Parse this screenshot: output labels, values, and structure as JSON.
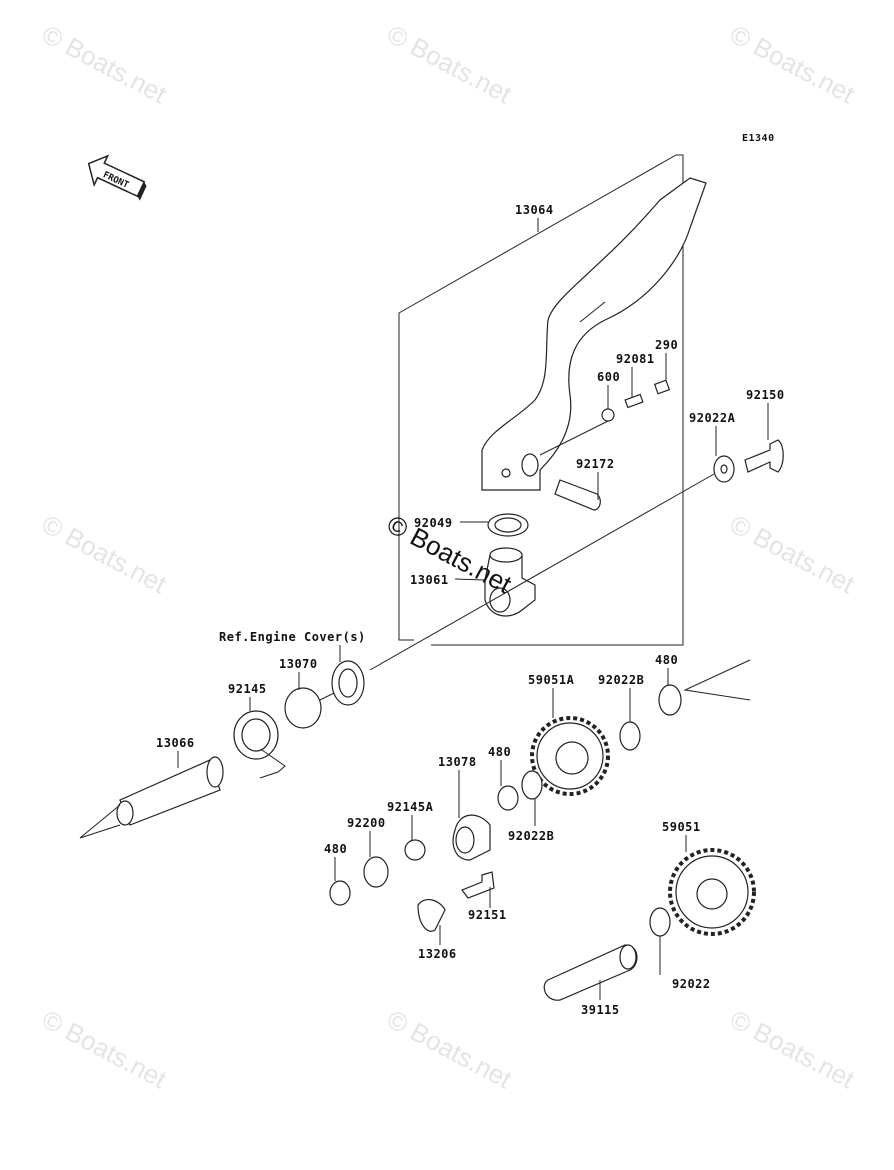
{
  "diagram": {
    "code": "E1340",
    "front_arrow_label": "FRONT",
    "watermark": "© Boats.net",
    "reference_note": "Ref.Engine Cover(s)",
    "part_labels": {
      "kick_pedal": "13064",
      "p290": "290",
      "p92081": "92081",
      "p600": "600",
      "p92150": "92150",
      "p92022a": "92022A",
      "p92172": "92172",
      "p92049": "92049",
      "p13061": "13061",
      "p13070": "13070",
      "p92145": "92145",
      "p480_top": "480",
      "p59051a": "59051A",
      "p92022b_top": "92022B",
      "p13066": "13066",
      "p480_mid": "480",
      "p13078": "13078",
      "p92145a": "92145A",
      "p92200": "92200",
      "p92022b_mid": "92022B",
      "p480_low": "480",
      "p59051": "59051",
      "p92151": "92151",
      "p13206": "13206",
      "p92022": "92022",
      "p39115": "39115"
    }
  }
}
